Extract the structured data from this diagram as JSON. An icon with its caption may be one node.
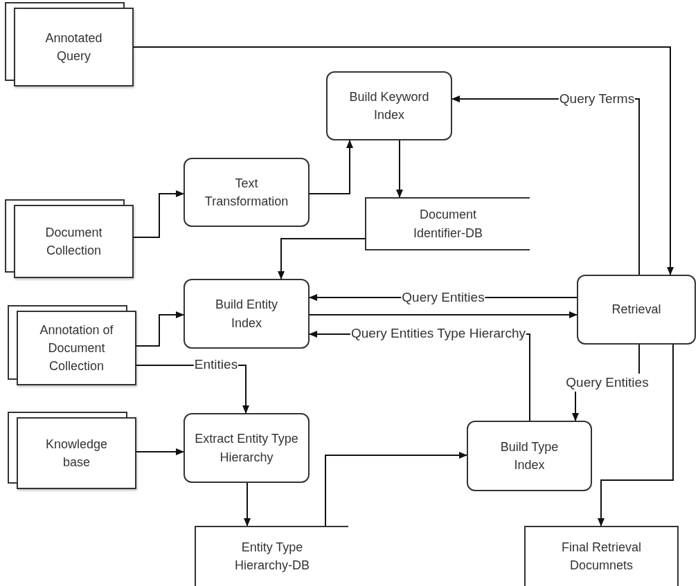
{
  "diagram": {
    "nodes": [
      {
        "text": [
          "Annotated Query"
        ]
      },
      {
        "text": [
          "Build Keyword Index"
        ]
      },
      {
        "text": [
          "Text Transformation"
        ]
      },
      {
        "text": [
          "Document Collection"
        ]
      },
      {
        "text": [
          "Document Identifier-DB"
        ]
      },
      {
        "text": [
          "Build Entity Index"
        ]
      },
      {
        "text": [
          "Retrieval"
        ]
      },
      {
        "text": [
          "Annotation of Document Collection"
        ]
      },
      {
        "text": [
          "Knowledge base"
        ]
      },
      {
        "text": [
          "Extract Entity Type Hierarchy"
        ]
      },
      {
        "text": [
          "Build Type Index"
        ]
      },
      {
        "text": [
          "Entity Type Hierarchy-DB"
        ]
      },
      {
        "text": [
          "Final Retrieval Documnets"
        ]
      }
    ],
    "edges": [
      {
        "from": 0,
        "to": 6,
        "arrow": "to"
      },
      {
        "from": 6,
        "to": 1,
        "arrow": "to",
        "label": "Query Terms"
      },
      {
        "from": 2,
        "to": 1,
        "arrow": "to"
      },
      {
        "from": 3,
        "to": 2,
        "arrow": "to"
      },
      {
        "from": 1,
        "to": 4,
        "arrow": "to"
      },
      {
        "from": 4,
        "to": 5,
        "arrow": "to"
      },
      {
        "from": 6,
        "to": 5,
        "arrow": "to",
        "label": "Query Entities"
      },
      {
        "from": 5,
        "to": 6,
        "arrow": "to"
      },
      {
        "from": 10,
        "to": 5,
        "arrow": "to",
        "label": "Query Entities Type Hierarchy"
      },
      {
        "from": 7,
        "to": 5,
        "arrow": "to"
      },
      {
        "from": 7,
        "to": 9,
        "arrow": "to",
        "label": "Entities"
      },
      {
        "from": 6,
        "to": 10,
        "arrow": "to",
        "label": "Query Entities"
      },
      {
        "from": 8,
        "to": 9,
        "arrow": "to"
      },
      {
        "from": 9,
        "to": 11,
        "arrow": "to"
      },
      {
        "from": 11,
        "to": 10,
        "arrow": "to"
      },
      {
        "from": 6,
        "to": 12,
        "arrow": "to"
      }
    ]
  }
}
